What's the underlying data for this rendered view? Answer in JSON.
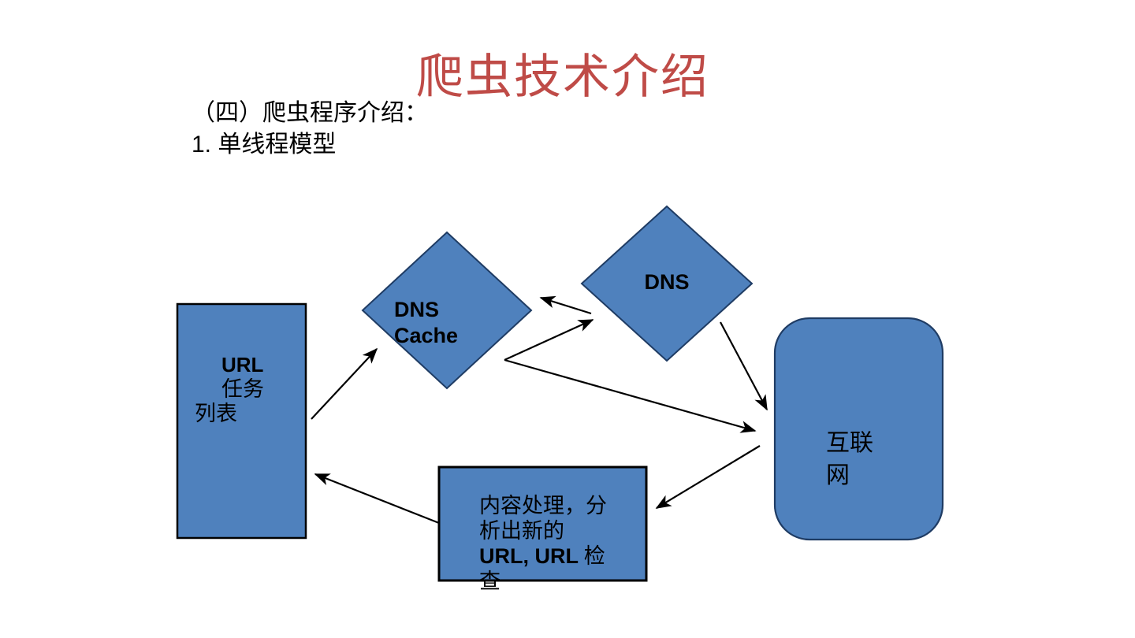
{
  "slide": {
    "title": "爬虫技术介绍",
    "subtitle_line1": "（四）爬虫程序介绍：",
    "subtitle_line2": "1. 单线程模型"
  },
  "colors": {
    "title": "#BF4B47",
    "shape_fill": "#4F81BD",
    "rect_border": "#000000",
    "curve_border": "#1F3C64",
    "arrow": "#000000",
    "label_text": "#000000"
  },
  "diagram": {
    "url_box": {
      "line1": "URL",
      "line2": "任务",
      "line3": "列表"
    },
    "dns_cache": {
      "line1": "DNS",
      "line2": "Cache"
    },
    "dns": {
      "label": "DNS"
    },
    "internet": {
      "line1": "互联",
      "line2": "网"
    },
    "content_box": {
      "line1": "内容处理，分",
      "line2": "析出新的",
      "line3_bold": "URL, URL",
      "line3_rest": " 检",
      "line4": "查"
    }
  }
}
